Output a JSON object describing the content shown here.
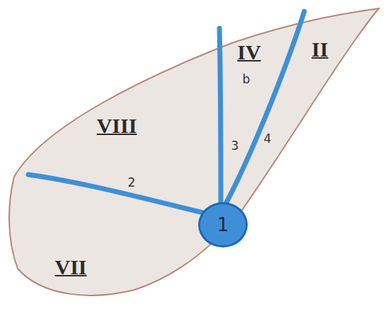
{
  "diagram": {
    "nodes": [
      {
        "text": [
          "1"
        ]
      }
    ],
    "labels": [
      "VIII",
      "IV",
      "b",
      "II",
      "3",
      "4",
      "2",
      "VII"
    ]
  }
}
